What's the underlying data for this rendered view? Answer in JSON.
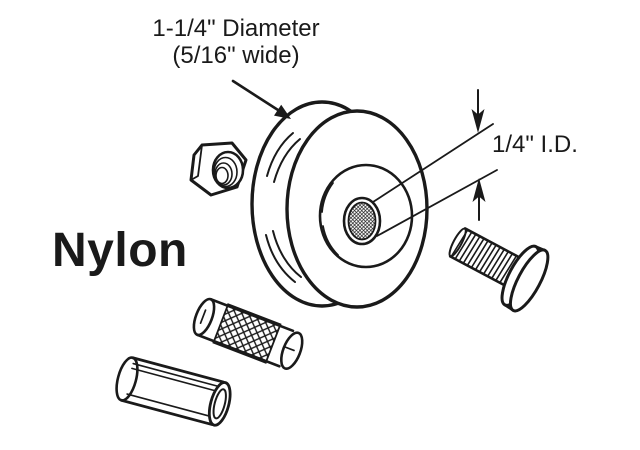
{
  "colors": {
    "ink": "#1a1a1a",
    "background": "#ffffff"
  },
  "annotations": {
    "diameter_label_line1": "1-1/4\" Diameter",
    "diameter_label_line2": "(5/16\" wide)",
    "inner_diameter_label": "1/4\" I.D.",
    "material_label": "Nylon"
  },
  "parts": {
    "wheel": "nylon-roller-wheel",
    "hex_nut": "hex-nut",
    "knurled_pin": "knurled-axle-pin",
    "roll_pin": "roll-pin",
    "bolt": "round-head-bolt"
  }
}
